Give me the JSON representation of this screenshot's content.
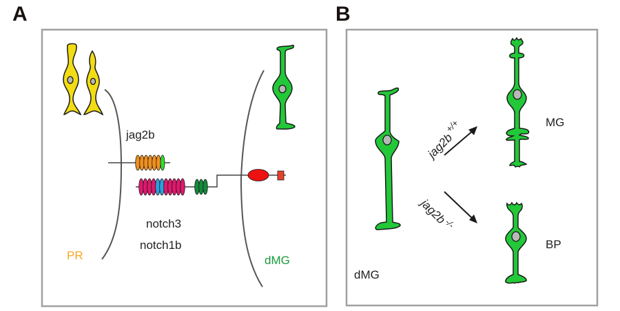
{
  "panels": {
    "a": {
      "letter": "A",
      "ligand_label": "jag2b",
      "receptor_label_1": "notch3",
      "receptor_label_2": "notch1b",
      "left_cell_label": "PR",
      "right_cell_label": "dMG"
    },
    "b": {
      "letter": "B",
      "source_label": "dMG",
      "upper_condition_gene": "jag2b",
      "upper_condition_genotype": "+/+",
      "lower_condition_gene": "jag2b",
      "lower_condition_genotype": "-/-",
      "upper_outcome_label": "MG",
      "lower_outcome_label": "BP"
    }
  },
  "colors": {
    "pr_cell": "#f2dc14",
    "mg_cell": "#22c838",
    "nucleus": "#b8b8b8",
    "pr_label": "#f5a623",
    "dmg_label": "#1a9a3c",
    "ligand_egf": "#f0901e",
    "ligand_dsl": "#2ee02e",
    "receptor_egf": "#e0186e",
    "receptor_ca": "#2ea0e0",
    "receptor_lnr": "#138a3a",
    "intracellular_ank": "#ee1111",
    "intracellular_pest": "#e8402a",
    "panel_border": "#a0a0a0"
  }
}
